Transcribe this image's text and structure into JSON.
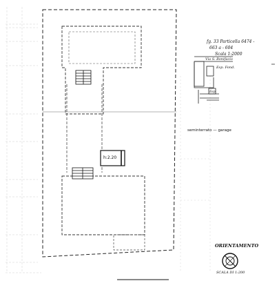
{
  "notes": {
    "line1": "fg. 33 Particella 6474 -",
    "line2": "663 a - 604",
    "line3": "Scala 1:2000"
  },
  "locator": {
    "street": "Via S. Bonifacio",
    "label2": "Esp. Fond.",
    "label3": "Esp."
  },
  "plan_label": "seminterrato — garage",
  "height_label": "h:2.20",
  "orientation": {
    "title": "ORIENTAMENTO",
    "scale": "SCALA DI 1:200"
  }
}
